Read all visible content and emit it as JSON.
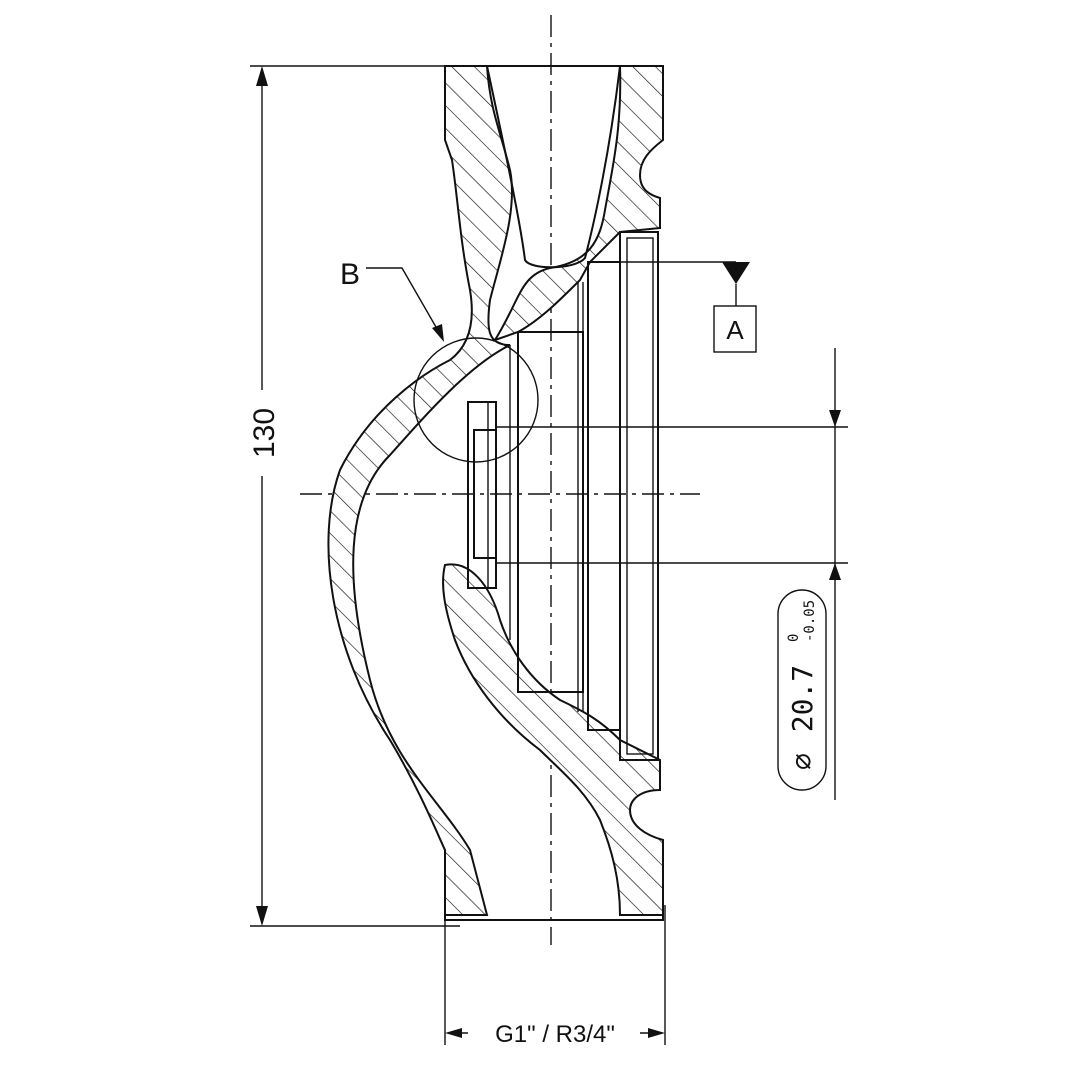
{
  "dimensions": {
    "overall_length": "130",
    "thread_spec": "G1\" / R3/4\"",
    "bore_diameter_symbol": "⌀",
    "bore_diameter_value": "20.7",
    "bore_tolerance_upper": "0",
    "bore_tolerance_lower": "-0.05"
  },
  "callouts": {
    "detail_label": "B",
    "datum_label": "A"
  },
  "colors": {
    "ink": "#111111",
    "background": "#ffffff"
  }
}
